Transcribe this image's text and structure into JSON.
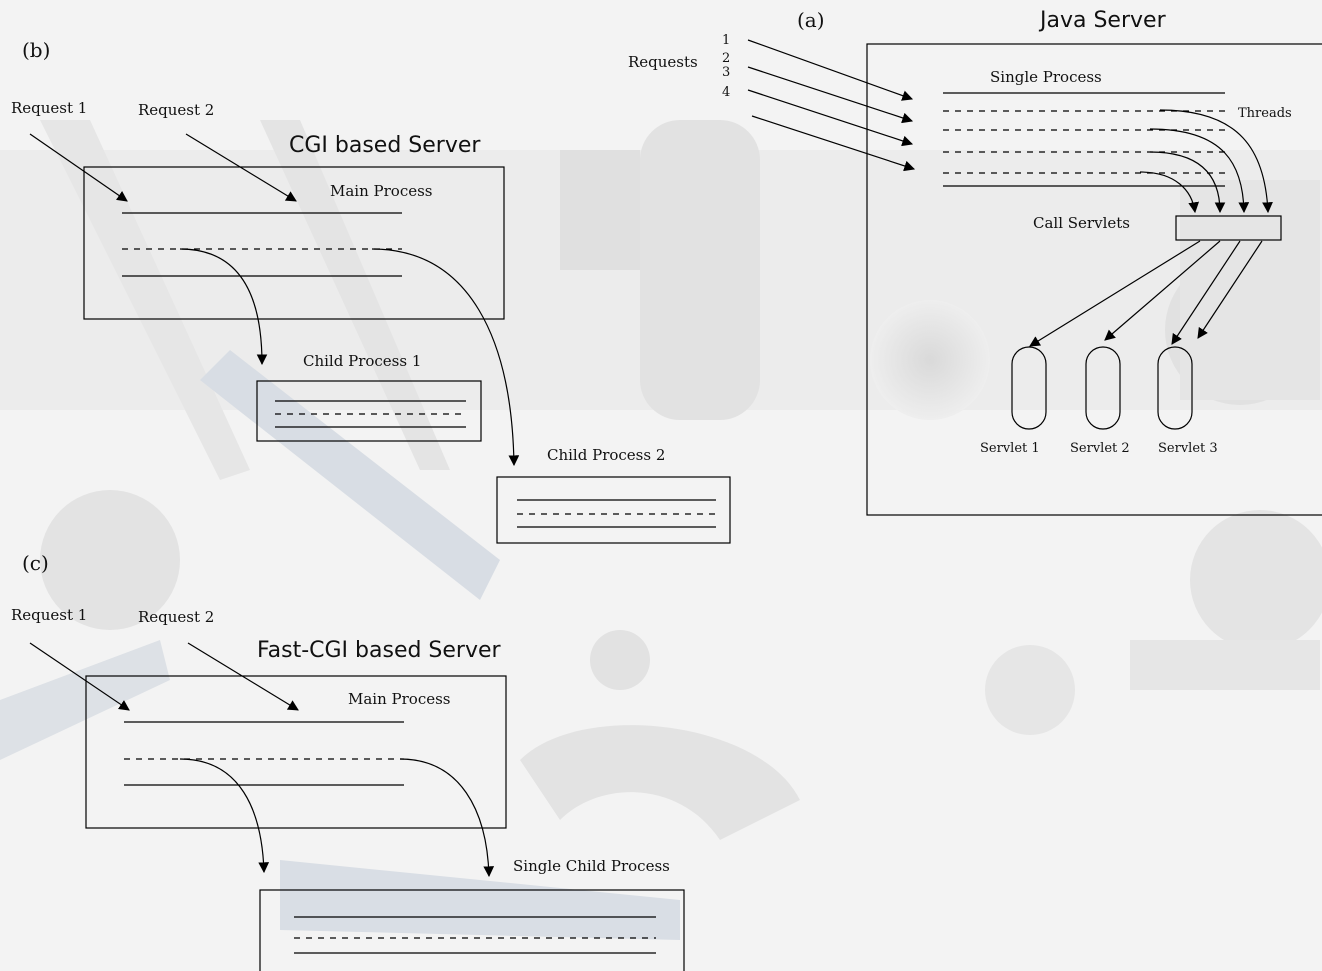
{
  "panel_a": {
    "caption": "(a)",
    "title": "Java Server",
    "requests_label": "Requests",
    "request_numbers": [
      "1",
      "2",
      "3",
      "4"
    ],
    "single_process": "Single Process",
    "threads": "Threads",
    "call_servlets": "Call Servlets",
    "servlets": [
      "Servlet 1",
      "Servlet 2",
      "Servlet 3"
    ]
  },
  "panel_b": {
    "caption": "(b)",
    "title": "CGI based Server",
    "request_1": "Request 1",
    "request_2": "Request 2",
    "main_process": "Main Process",
    "child_process_1": "Child Process 1",
    "child_process_2": "Child Process 2"
  },
  "panel_c": {
    "caption": "(c)",
    "title": "Fast-CGI based Server",
    "request_1": "Request 1",
    "request_2": "Request 2",
    "main_process": "Main Process",
    "single_child_process": "Single Child Process"
  }
}
